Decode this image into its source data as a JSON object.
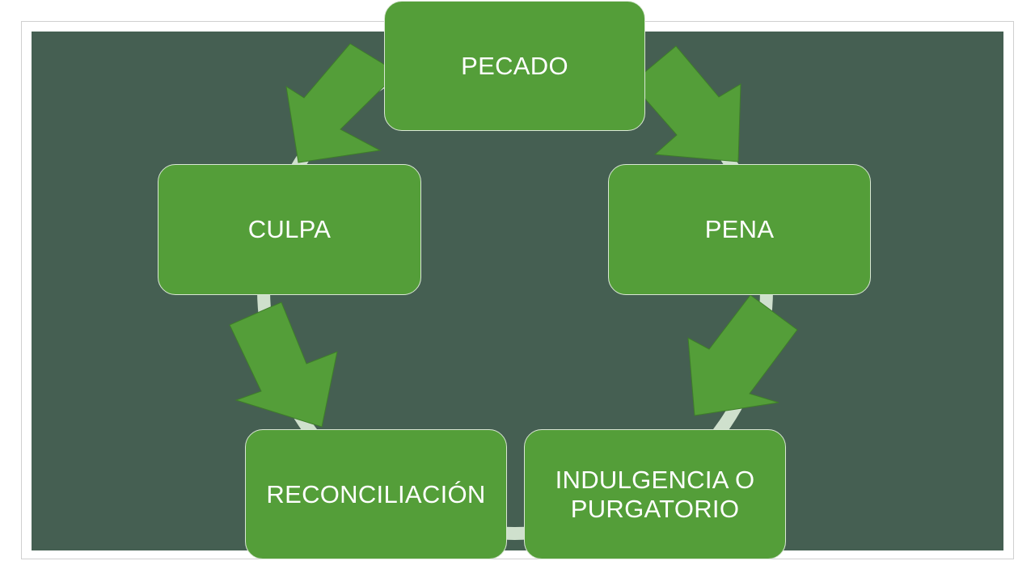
{
  "diagram": {
    "nodes": {
      "pecado": "PECADO",
      "culpa": "CULPA",
      "pena": "PENA",
      "reconciliacion": "RECONCILIACIÓN",
      "indulgencia": "INDULGENCIA O PURGATORIO"
    },
    "cycle_order": [
      "pecado",
      "pena",
      "indulgencia",
      "reconciliacion",
      "culpa"
    ]
  },
  "colors": {
    "background_panel": "#455f52",
    "node_fill": "#549e39",
    "node_border": "#d9e7d4",
    "ring": "#cfe0cd",
    "arrow_fill": "#549e39",
    "arrow_stroke": "#3e7d2a",
    "text": "#ffffff"
  }
}
